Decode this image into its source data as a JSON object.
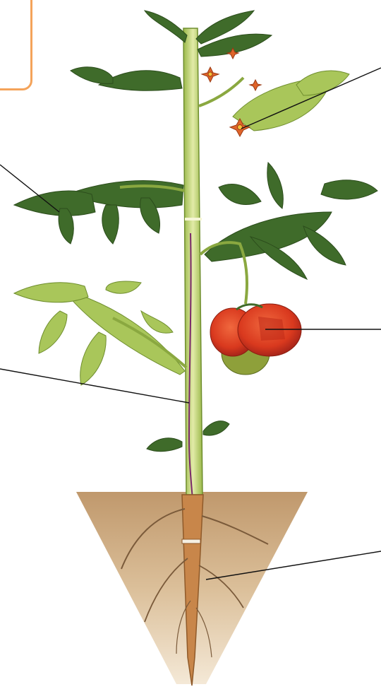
{
  "diagram": {
    "subject": "tomato-plant",
    "colors": {
      "callout_border": "#f4a35a",
      "leader_line": "#111111",
      "leaf_dark": "#3f6b2a",
      "leaf_light": "#a9c65a",
      "stem": "#c8d98a",
      "stem_vein": "#7a2a6a",
      "fruit": "#d9391e",
      "soil": "#c9a67a",
      "root": "#c8864a",
      "flower": "#e0642a"
    },
    "parts": [
      "flower",
      "leaf",
      "stem",
      "fruit",
      "root"
    ]
  }
}
